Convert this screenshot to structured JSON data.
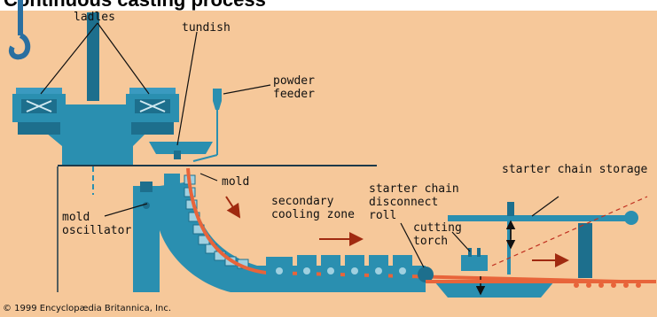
{
  "title": "Continuous casting process",
  "labels": {
    "ladles": "ladles",
    "tundish": "tundish",
    "powder_feeder": "powder\nfeeder",
    "mold": "mold",
    "mold_oscillator": "mold\noscillator",
    "secondary_cooling_zone": "secondary\ncooling zone",
    "starter_chain_disconnect_roll": "starter chain\ndisconnect\nroll",
    "cutting_torch": "cutting\ntorch",
    "starter_chain_storage": "starter chain storage"
  },
  "copyright": "© 1999 Encyclopædia Britannica, Inc.",
  "colors": {
    "background": "#f6c89a",
    "machine": "#2a8fb0",
    "machine_dark": "#1d6f8d",
    "steel": "#e8643a",
    "arrow": "#a02a10",
    "roller_light": "#9fd0e0"
  }
}
